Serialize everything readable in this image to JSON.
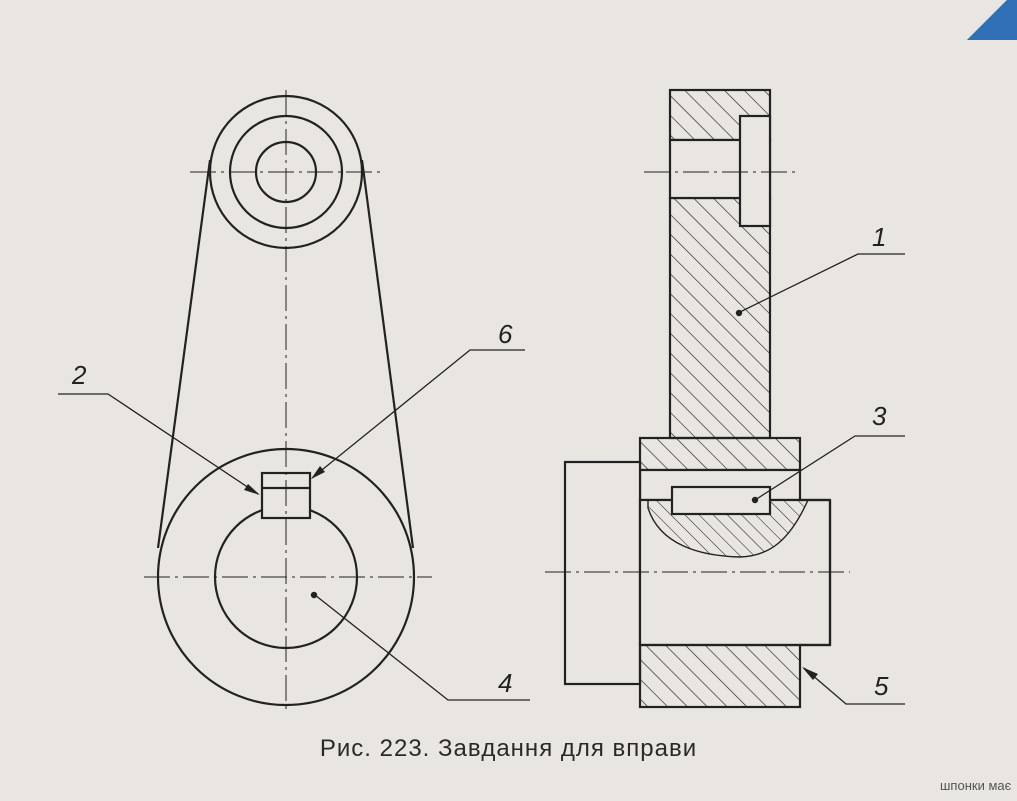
{
  "figure": {
    "caption": "Рис. 223. Завдання для вправи",
    "bleed_text": "шпонки має"
  },
  "labels": {
    "part1": "1",
    "part2": "2",
    "part3": "3",
    "part4": "4",
    "part5": "5",
    "part6": "6"
  },
  "colors": {
    "ink": "#222222",
    "paper": "#e9e6e1",
    "corner": "#2f6fb6"
  }
}
